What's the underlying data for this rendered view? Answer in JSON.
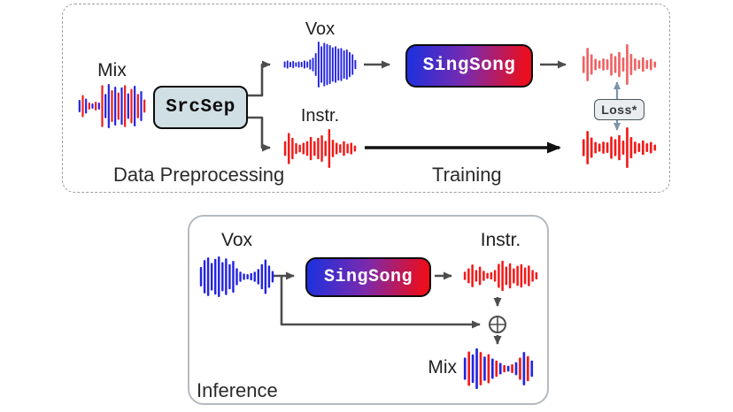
{
  "colors": {
    "blue": "#2424e0",
    "red": "#f21b1b",
    "red_light": "#ee6363",
    "arrow": "#4d4d4d",
    "arrow_strong": "#111111",
    "loss_arrow": "#7f94a6",
    "panel_dash": "#9aa0a6",
    "panel_solid": "#b5bac0",
    "srcsep_fill": "#cfdfe4",
    "loss_fill": "#e9edef",
    "singsong_blue": "#2130dc",
    "singsong_purple": "#7b2aad",
    "singsong_red": "#ea0e1e"
  },
  "top": {
    "label_mix": "Mix",
    "label_vox": "Vox",
    "label_instr": "Instr.",
    "srcsep": "SrcSep",
    "singsong": "SingSong",
    "loss": "Loss*",
    "stage_preprocessing": "Data Preprocessing",
    "stage_training": "Training"
  },
  "bottom": {
    "label_vox": "Vox",
    "label_instr": "Instr.",
    "label_mix": "Mix",
    "singsong": "SingSong",
    "stage_inference": "Inference",
    "sum_icon": "circled-plus"
  },
  "waveforms": {
    "mix_top": {
      "colors": [
        "#2424e0",
        "#f21b1b"
      ],
      "bars": [
        [
          0.28,
          0
        ],
        [
          0.5,
          1
        ],
        [
          0.34,
          0
        ],
        [
          0.16,
          1
        ],
        [
          0.12,
          0
        ],
        [
          0.2,
          1
        ],
        [
          0.16,
          0
        ],
        [
          0.95,
          1
        ],
        [
          0.55,
          0
        ],
        [
          1,
          0
        ],
        [
          0.72,
          1
        ],
        [
          0.88,
          0
        ],
        [
          0.62,
          1
        ],
        [
          0.85,
          0
        ],
        [
          0.95,
          1
        ],
        [
          0.58,
          0
        ],
        [
          0.78,
          1
        ],
        [
          0.92,
          0
        ],
        [
          0.55,
          1
        ],
        [
          0.68,
          0
        ],
        [
          0.3,
          1
        ]
      ]
    },
    "vox_top": {
      "colors": [
        "#2424e0"
      ],
      "bars": [
        [
          0.14,
          0
        ],
        [
          0.18,
          0
        ],
        [
          0.12,
          0
        ],
        [
          0.16,
          0
        ],
        [
          0.1,
          0
        ],
        [
          0.14,
          0
        ],
        [
          0.12,
          0
        ],
        [
          0.18,
          0
        ],
        [
          0.14,
          0
        ],
        [
          0.22,
          0
        ],
        [
          0.3,
          0
        ],
        [
          0.5,
          0
        ],
        [
          1,
          0
        ],
        [
          0.8,
          0
        ],
        [
          0.95,
          0
        ],
        [
          0.9,
          0
        ],
        [
          0.85,
          0
        ],
        [
          0.75,
          0
        ],
        [
          0.8,
          0
        ],
        [
          0.7,
          0
        ],
        [
          0.72,
          0
        ],
        [
          0.62,
          0
        ],
        [
          0.66,
          0
        ],
        [
          0.55,
          0
        ],
        [
          0.45,
          0
        ],
        [
          0.2,
          0
        ]
      ]
    },
    "instr_top": {
      "colors": [
        "#f21b1b"
      ],
      "bars": [
        [
          0.38,
          0
        ],
        [
          0.8,
          0
        ],
        [
          0.55,
          0
        ],
        [
          0.28,
          0
        ],
        [
          0.2,
          0
        ],
        [
          0.3,
          0
        ],
        [
          0.38,
          0
        ],
        [
          0.6,
          0
        ],
        [
          0.38,
          0
        ],
        [
          0.55,
          0
        ],
        [
          0.68,
          0
        ],
        [
          0.4,
          0
        ],
        [
          1,
          0
        ],
        [
          0.45,
          0
        ],
        [
          0.3,
          0
        ],
        [
          0.22,
          0
        ],
        [
          0.38,
          0
        ],
        [
          0.25,
          0
        ],
        [
          0.3,
          0
        ],
        [
          0.16,
          0
        ]
      ]
    },
    "gen_instr": {
      "colors": [
        "#ee6363"
      ],
      "bars": [
        [
          0.42,
          0
        ],
        [
          0.82,
          0
        ],
        [
          0.5,
          0
        ],
        [
          0.28,
          0
        ],
        [
          0.2,
          0
        ],
        [
          0.3,
          0
        ],
        [
          0.26,
          0
        ],
        [
          0.55,
          0
        ],
        [
          0.42,
          0
        ],
        [
          0.62,
          0
        ],
        [
          0.35,
          0
        ],
        [
          1,
          0
        ],
        [
          0.52,
          0
        ],
        [
          0.3,
          0
        ],
        [
          0.22,
          0
        ],
        [
          0.36,
          0
        ],
        [
          0.22,
          0
        ],
        [
          0.28,
          0
        ],
        [
          0.15,
          0
        ]
      ]
    },
    "target_instr": {
      "colors": [
        "#f21b1b"
      ],
      "bars": [
        [
          0.42,
          0
        ],
        [
          0.82,
          0
        ],
        [
          0.5,
          0
        ],
        [
          0.28,
          0
        ],
        [
          0.2,
          0
        ],
        [
          0.3,
          0
        ],
        [
          0.26,
          0
        ],
        [
          0.55,
          0
        ],
        [
          0.42,
          0
        ],
        [
          0.62,
          0
        ],
        [
          0.35,
          0
        ],
        [
          1,
          0
        ],
        [
          0.52,
          0
        ],
        [
          0.3,
          0
        ],
        [
          0.22,
          0
        ],
        [
          0.36,
          0
        ],
        [
          0.22,
          0
        ],
        [
          0.28,
          0
        ],
        [
          0.15,
          0
        ]
      ]
    },
    "vox_bottom": {
      "colors": [
        "#2424e0"
      ],
      "bars": [
        [
          0.48,
          0
        ],
        [
          0.82,
          0
        ],
        [
          0.95,
          0
        ],
        [
          0.68,
          0
        ],
        [
          0.88,
          0
        ],
        [
          1,
          0
        ],
        [
          0.72,
          0
        ],
        [
          0.9,
          0
        ],
        [
          0.62,
          0
        ],
        [
          0.78,
          0
        ],
        [
          0.42,
          0
        ],
        [
          0.25,
          0
        ],
        [
          0.16,
          0
        ],
        [
          0.13,
          0
        ],
        [
          0.18,
          0
        ],
        [
          0.25,
          0
        ],
        [
          0.38,
          0
        ],
        [
          0.62,
          0
        ],
        [
          0.85,
          0
        ],
        [
          0.55,
          0
        ],
        [
          0.28,
          0
        ]
      ]
    },
    "instr_bottom": {
      "colors": [
        "#f21b1b"
      ],
      "bars": [
        [
          0.25,
          0
        ],
        [
          0.45,
          0
        ],
        [
          0.68,
          0
        ],
        [
          0.35,
          0
        ],
        [
          0.55,
          0
        ],
        [
          0.3,
          0
        ],
        [
          0.18,
          0
        ],
        [
          0.22,
          0
        ],
        [
          0.35,
          0
        ],
        [
          0.72,
          0
        ],
        [
          0.9,
          0
        ],
        [
          0.55,
          0
        ],
        [
          0.75,
          0
        ],
        [
          0.45,
          0
        ],
        [
          0.6,
          0
        ],
        [
          0.7,
          0
        ],
        [
          0.5,
          0
        ],
        [
          0.62,
          0
        ],
        [
          0.35,
          0
        ],
        [
          0.22,
          0
        ]
      ]
    },
    "mix_bottom": {
      "colors": [
        "#2424e0",
        "#f21b1b"
      ],
      "bars": [
        [
          0.55,
          0
        ],
        [
          0.85,
          1
        ],
        [
          0.7,
          0
        ],
        [
          1,
          0
        ],
        [
          0.82,
          1
        ],
        [
          0.6,
          0
        ],
        [
          0.72,
          1
        ],
        [
          0.5,
          0
        ],
        [
          0.4,
          1
        ],
        [
          0.28,
          0
        ],
        [
          0.18,
          1
        ],
        [
          0.14,
          0
        ],
        [
          0.22,
          1
        ],
        [
          0.32,
          0
        ],
        [
          0.55,
          1
        ],
        [
          0.82,
          0
        ],
        [
          0.62,
          1
        ],
        [
          0.4,
          0
        ]
      ]
    }
  }
}
